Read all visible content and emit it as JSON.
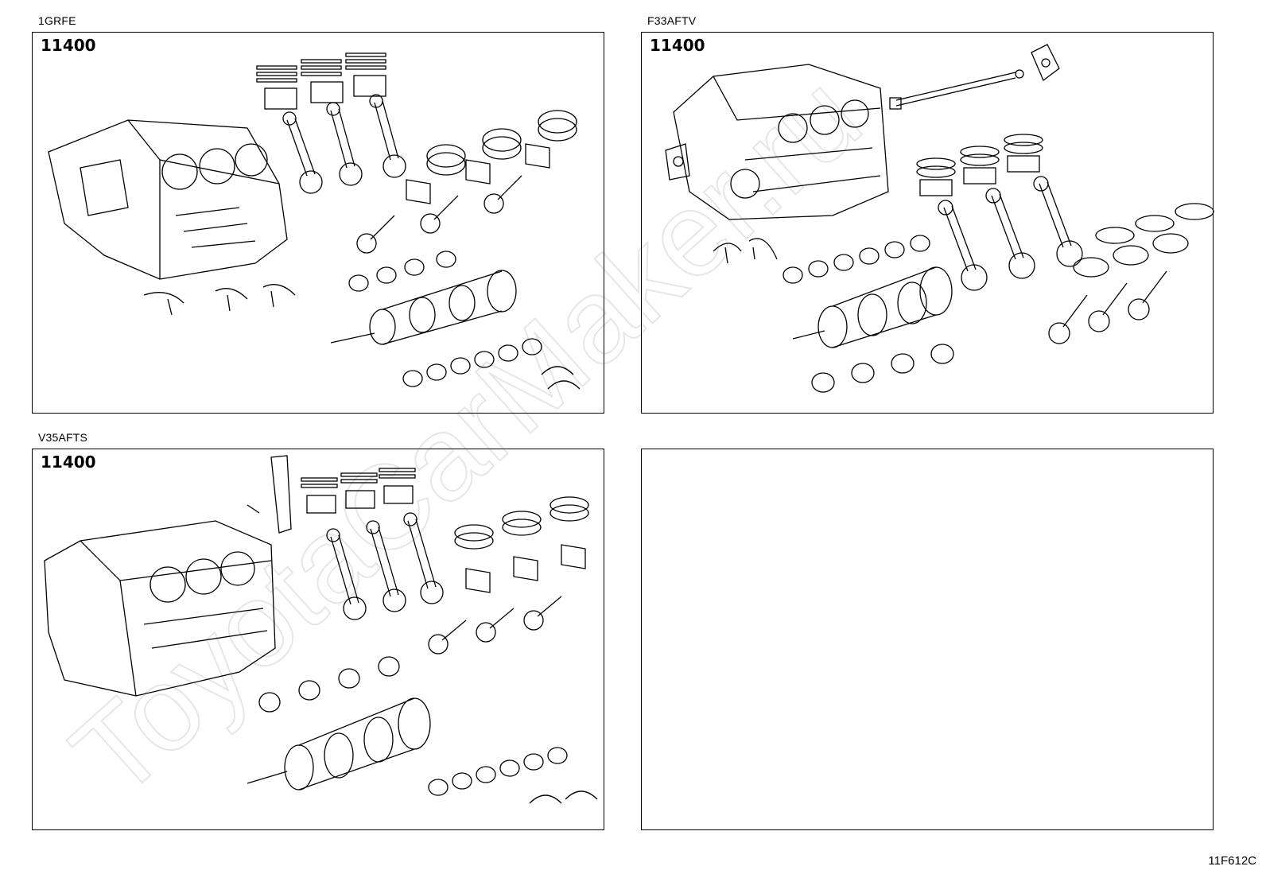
{
  "sheet": {
    "code": "11F612C",
    "watermark": "ToyotaCarMaker.ru"
  },
  "panels": [
    {
      "engine": "1GRFE",
      "part_code": "11400",
      "illustration": "engine-block-assembly-1grfe"
    },
    {
      "engine": "F33AFTV",
      "part_code": "11400",
      "illustration": "engine-block-assembly-f33aftv"
    },
    {
      "engine": "V35AFTS",
      "part_code": "11400",
      "illustration": "engine-block-assembly-v35afts"
    },
    {
      "engine": "",
      "part_code": "",
      "illustration": "empty"
    }
  ]
}
